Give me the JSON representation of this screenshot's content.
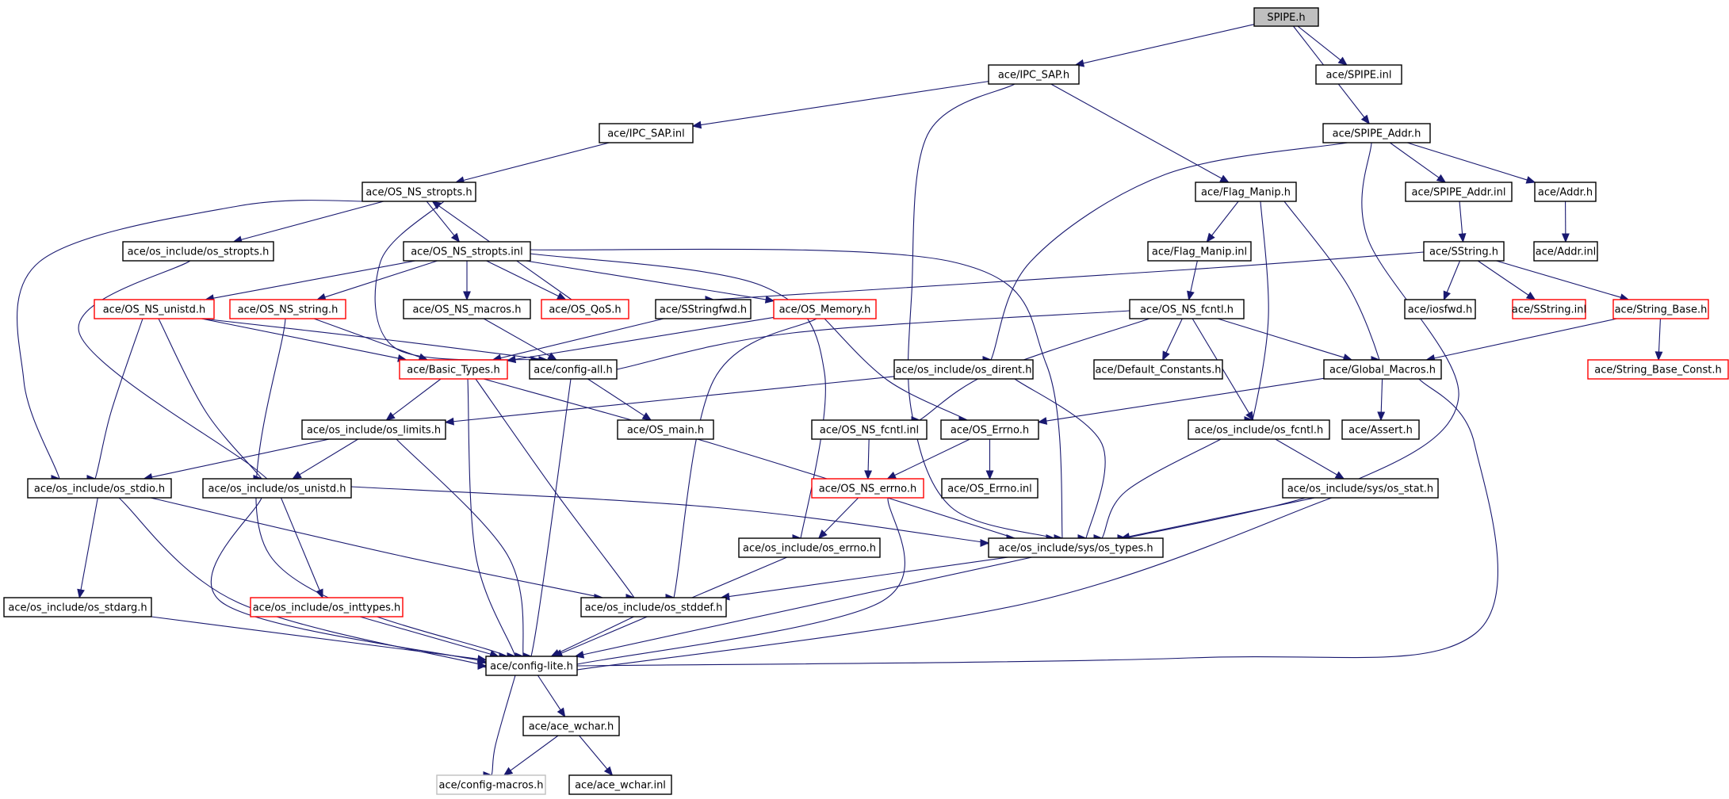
{
  "colors": {
    "edge": "#191970",
    "border_default": "#000000",
    "border_incomplete": "#ff0000",
    "border_external": "#bfbfbf",
    "root_fill": "#bfbfbf",
    "node_fill": "#ffffff"
  },
  "nodes": [
    {
      "id": "n0",
      "label": "SPIPE.h",
      "kind": "root"
    },
    {
      "id": "n1",
      "label": "ace/IPC_SAP.h",
      "kind": "default"
    },
    {
      "id": "n2",
      "label": "ace/SPIPE.inl",
      "kind": "default"
    },
    {
      "id": "n3",
      "label": "ace/IPC_SAP.inl",
      "kind": "default"
    },
    {
      "id": "n4",
      "label": "ace/SPIPE_Addr.h",
      "kind": "default"
    },
    {
      "id": "n5",
      "label": "ace/OS_NS_stropts.h",
      "kind": "default"
    },
    {
      "id": "n6",
      "label": "ace/Flag_Manip.h",
      "kind": "default"
    },
    {
      "id": "n7",
      "label": "ace/SPIPE_Addr.inl",
      "kind": "default"
    },
    {
      "id": "n8",
      "label": "ace/Addr.h",
      "kind": "default"
    },
    {
      "id": "n9",
      "label": "ace/os_include/os_stropts.h",
      "kind": "default"
    },
    {
      "id": "n10",
      "label": "ace/OS_NS_stropts.inl",
      "kind": "default"
    },
    {
      "id": "n11",
      "label": "ace/Flag_Manip.inl",
      "kind": "default"
    },
    {
      "id": "n12",
      "label": "ace/SString.h",
      "kind": "default"
    },
    {
      "id": "n13",
      "label": "ace/Addr.inl",
      "kind": "default"
    },
    {
      "id": "n14",
      "label": "ace/OS_NS_unistd.h",
      "kind": "incomplete"
    },
    {
      "id": "n15",
      "label": "ace/OS_NS_string.h",
      "kind": "incomplete"
    },
    {
      "id": "n16",
      "label": "ace/OS_NS_macros.h",
      "kind": "default"
    },
    {
      "id": "n17",
      "label": "ace/OS_QoS.h",
      "kind": "incomplete"
    },
    {
      "id": "n18",
      "label": "ace/SStringfwd.h",
      "kind": "default"
    },
    {
      "id": "n19",
      "label": "ace/OS_Memory.h",
      "kind": "incomplete"
    },
    {
      "id": "n20",
      "label": "ace/OS_NS_fcntl.h",
      "kind": "default"
    },
    {
      "id": "n21",
      "label": "ace/iosfwd.h",
      "kind": "default"
    },
    {
      "id": "n22",
      "label": "ace/SString.inl",
      "kind": "incomplete"
    },
    {
      "id": "n23",
      "label": "ace/String_Base.h",
      "kind": "incomplete"
    },
    {
      "id": "n24",
      "label": "ace/Basic_Types.h",
      "kind": "incomplete"
    },
    {
      "id": "n25",
      "label": "ace/config-all.h",
      "kind": "default"
    },
    {
      "id": "n26",
      "label": "ace/os_include/os_dirent.h",
      "kind": "default"
    },
    {
      "id": "n27",
      "label": "ace/Default_Constants.h",
      "kind": "default"
    },
    {
      "id": "n28",
      "label": "ace/Global_Macros.h",
      "kind": "default"
    },
    {
      "id": "n29",
      "label": "ace/String_Base_Const.h",
      "kind": "incomplete"
    },
    {
      "id": "n30",
      "label": "ace/os_include/os_limits.h",
      "kind": "default"
    },
    {
      "id": "n31",
      "label": "ace/OS_main.h",
      "kind": "default"
    },
    {
      "id": "n32",
      "label": "ace/OS_NS_fcntl.inl",
      "kind": "default"
    },
    {
      "id": "n33",
      "label": "ace/OS_Errno.h",
      "kind": "default"
    },
    {
      "id": "n34",
      "label": "ace/os_include/os_fcntl.h",
      "kind": "default"
    },
    {
      "id": "n35",
      "label": "ace/Assert.h",
      "kind": "default"
    },
    {
      "id": "n36",
      "label": "ace/os_include/os_stdio.h",
      "kind": "default"
    },
    {
      "id": "n37",
      "label": "ace/os_include/os_unistd.h",
      "kind": "default"
    },
    {
      "id": "n38",
      "label": "ace/OS_NS_errno.h",
      "kind": "incomplete"
    },
    {
      "id": "n39",
      "label": "ace/OS_Errno.inl",
      "kind": "default"
    },
    {
      "id": "n40",
      "label": "ace/os_include/sys/os_stat.h",
      "kind": "default"
    },
    {
      "id": "n41",
      "label": "ace/os_include/os_errno.h",
      "kind": "default"
    },
    {
      "id": "n42",
      "label": "ace/os_include/sys/os_types.h",
      "kind": "default"
    },
    {
      "id": "n43",
      "label": "ace/os_include/os_stdarg.h",
      "kind": "default"
    },
    {
      "id": "n44",
      "label": "ace/os_include/os_inttypes.h",
      "kind": "incomplete"
    },
    {
      "id": "n45",
      "label": "ace/os_include/os_stddef.h",
      "kind": "default"
    },
    {
      "id": "n46",
      "label": "ace/config-lite.h",
      "kind": "default"
    },
    {
      "id": "n47",
      "label": "ace/ace_wchar.h",
      "kind": "default"
    },
    {
      "id": "n48",
      "label": "ace/config-macros.h",
      "kind": "external"
    },
    {
      "id": "n49",
      "label": "ace/ace_wchar.inl",
      "kind": "default"
    }
  ],
  "edges": [
    {
      "from": "n0",
      "to": "n1"
    },
    {
      "from": "n0",
      "to": "n2"
    },
    {
      "from": "n0",
      "to": "n4"
    },
    {
      "from": "n1",
      "to": "n3"
    },
    {
      "from": "n1",
      "to": "n6"
    },
    {
      "from": "n1",
      "to": "n42"
    },
    {
      "from": "n3",
      "to": "n5"
    },
    {
      "from": "n4",
      "to": "n7"
    },
    {
      "from": "n4",
      "to": "n8"
    },
    {
      "from": "n4",
      "to": "n26"
    },
    {
      "from": "n4",
      "to": "n42"
    },
    {
      "from": "n5",
      "to": "n9"
    },
    {
      "from": "n5",
      "to": "n10"
    },
    {
      "from": "n5",
      "to": "n36"
    },
    {
      "from": "n5",
      "to": "n25"
    },
    {
      "from": "n6",
      "to": "n11"
    },
    {
      "from": "n6",
      "to": "n28"
    },
    {
      "from": "n6",
      "to": "n34"
    },
    {
      "from": "n7",
      "to": "n12"
    },
    {
      "from": "n8",
      "to": "n13"
    },
    {
      "from": "n9",
      "to": "n37"
    },
    {
      "from": "n10",
      "to": "n14"
    },
    {
      "from": "n10",
      "to": "n15"
    },
    {
      "from": "n10",
      "to": "n16"
    },
    {
      "from": "n10",
      "to": "n17"
    },
    {
      "from": "n10",
      "to": "n19"
    },
    {
      "from": "n10",
      "to": "n41"
    },
    {
      "from": "n10",
      "to": "n42"
    },
    {
      "from": "n11",
      "to": "n20"
    },
    {
      "from": "n12",
      "to": "n18"
    },
    {
      "from": "n12",
      "to": "n21"
    },
    {
      "from": "n12",
      "to": "n22"
    },
    {
      "from": "n12",
      "to": "n23"
    },
    {
      "from": "n14",
      "to": "n24"
    },
    {
      "from": "n14",
      "to": "n25"
    },
    {
      "from": "n14",
      "to": "n36"
    },
    {
      "from": "n14",
      "to": "n37"
    },
    {
      "from": "n15",
      "to": "n24"
    },
    {
      "from": "n15",
      "to": "n46"
    },
    {
      "from": "n16",
      "to": "n25"
    },
    {
      "from": "n17",
      "to": "n5"
    },
    {
      "from": "n18",
      "to": "n24"
    },
    {
      "from": "n19",
      "to": "n24"
    },
    {
      "from": "n19",
      "to": "n33"
    },
    {
      "from": "n19",
      "to": "n45"
    },
    {
      "from": "n20",
      "to": "n25"
    },
    {
      "from": "n20",
      "to": "n27"
    },
    {
      "from": "n20",
      "to": "n28"
    },
    {
      "from": "n20",
      "to": "n32"
    },
    {
      "from": "n20",
      "to": "n34"
    },
    {
      "from": "n23",
      "to": "n28"
    },
    {
      "from": "n23",
      "to": "n29"
    },
    {
      "from": "n24",
      "to": "n30"
    },
    {
      "from": "n24",
      "to": "n42"
    },
    {
      "from": "n24",
      "to": "n45"
    },
    {
      "from": "n24",
      "to": "n46"
    },
    {
      "from": "n25",
      "to": "n31"
    },
    {
      "from": "n25",
      "to": "n46"
    },
    {
      "from": "n26",
      "to": "n30"
    },
    {
      "from": "n26",
      "to": "n42"
    },
    {
      "from": "n28",
      "to": "n33"
    },
    {
      "from": "n28",
      "to": "n35"
    },
    {
      "from": "n28",
      "to": "n46"
    },
    {
      "from": "n30",
      "to": "n36"
    },
    {
      "from": "n30",
      "to": "n37"
    },
    {
      "from": "n30",
      "to": "n46"
    },
    {
      "from": "n32",
      "to": "n38"
    },
    {
      "from": "n33",
      "to": "n38"
    },
    {
      "from": "n33",
      "to": "n39"
    },
    {
      "from": "n34",
      "to": "n40"
    },
    {
      "from": "n34",
      "to": "n42"
    },
    {
      "from": "n36",
      "to": "n43"
    },
    {
      "from": "n36",
      "to": "n45"
    },
    {
      "from": "n36",
      "to": "n46"
    },
    {
      "from": "n37",
      "to": "n42"
    },
    {
      "from": "n37",
      "to": "n44"
    },
    {
      "from": "n37",
      "to": "n46"
    },
    {
      "from": "n38",
      "to": "n41"
    },
    {
      "from": "n38",
      "to": "n46"
    },
    {
      "from": "n40",
      "to": "n42"
    },
    {
      "from": "n40",
      "to": "n46"
    },
    {
      "from": "n41",
      "to": "n46"
    },
    {
      "from": "n42",
      "to": "n45"
    },
    {
      "from": "n42",
      "to": "n46"
    },
    {
      "from": "n43",
      "to": "n46"
    },
    {
      "from": "n44",
      "to": "n46"
    },
    {
      "from": "n45",
      "to": "n46"
    },
    {
      "from": "n46",
      "to": "n47"
    },
    {
      "from": "n46",
      "to": "n48"
    },
    {
      "from": "n47",
      "to": "n48"
    },
    {
      "from": "n47",
      "to": "n49"
    }
  ]
}
